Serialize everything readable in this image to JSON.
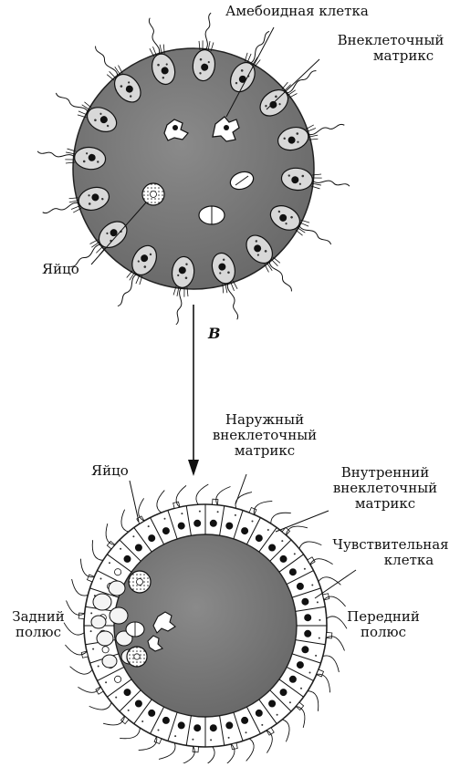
{
  "labels": {
    "amoeboid_cell": "Амебоидная клетка",
    "extracellular_matrix_top": [
      "Внеклеточный",
      "матрикс"
    ],
    "egg_top": "Яйцо",
    "arrow_letter": "B",
    "outer_matrix": [
      "Наружный",
      "внеклеточный",
      "матрикс"
    ],
    "egg_bottom": "Яйцо",
    "inner_matrix": [
      "Внутренний",
      "внеклеточный",
      "матрикс"
    ],
    "sensory_cell": [
      "Чувствительная",
      "клетка"
    ],
    "posterior_pole": [
      "Задний",
      "полюс"
    ],
    "anterior_pole": [
      "Передний",
      "полюс"
    ]
  },
  "colors": {
    "matrix_gray": "#7d7d7d",
    "ink": "#111111",
    "cell_light": "#e6e6e6",
    "paper": "#ffffff"
  }
}
